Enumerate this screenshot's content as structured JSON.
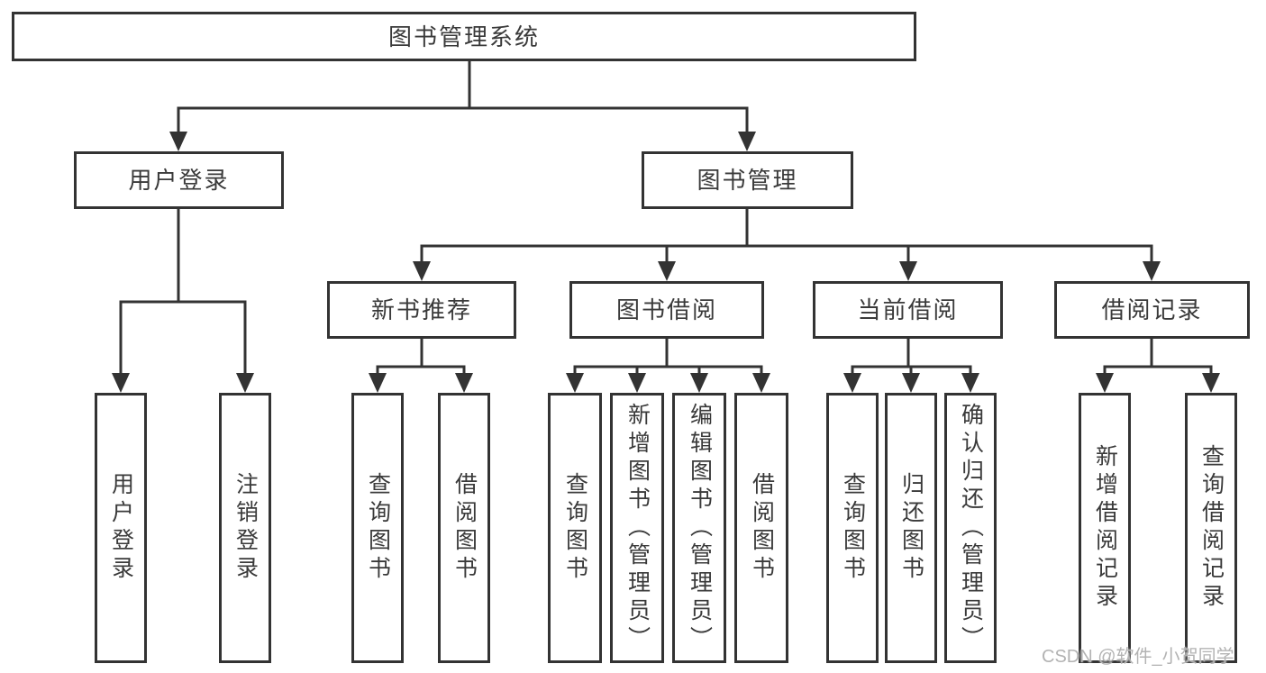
{
  "diagram": {
    "root": "图书管理系统",
    "branches": [
      {
        "label": "用户登录",
        "leaves": [
          "用户登录",
          "注销登录"
        ]
      },
      {
        "label": "图书管理",
        "children": [
          {
            "label": "新书推荐",
            "leaves": [
              "查询图书",
              "借阅图书"
            ]
          },
          {
            "label": "图书借阅",
            "leaves": [
              "查询图书",
              "新增图书（管理员）",
              "编辑图书（管理员）",
              "借阅图书"
            ]
          },
          {
            "label": "当前借阅",
            "leaves": [
              "查询图书",
              "归还图书",
              "确认归还（管理员）"
            ]
          },
          {
            "label": "借阅记录",
            "leaves": [
              "新增借阅记录",
              "查询借阅记录"
            ]
          }
        ]
      }
    ]
  },
  "watermark": {
    "text": "CSDN @软件_小贺同学"
  },
  "colors": {
    "line": "#333333",
    "text": "#3a3a3a",
    "watermark": "#b3b3b3",
    "background": "#ffffff"
  }
}
